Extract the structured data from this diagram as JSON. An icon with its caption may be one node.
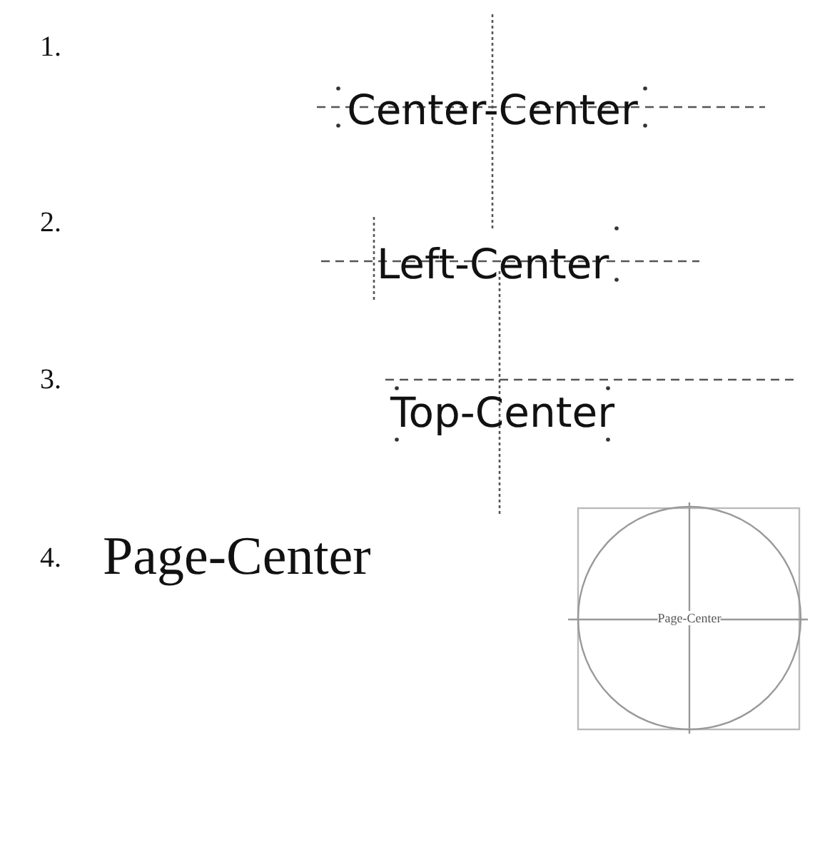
{
  "diagram": {
    "labels": [
      "1.",
      "Center-Center",
      "2.",
      "Left-Center",
      "3.",
      "Top-Center",
      "4.",
      "Page-Center",
      "Page-Center"
    ]
  }
}
